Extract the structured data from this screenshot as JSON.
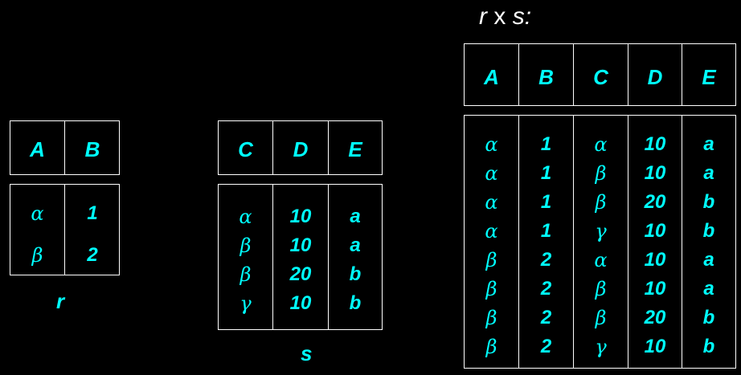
{
  "title": {
    "r": "r",
    "x": "x",
    "s": "s:"
  },
  "r": {
    "caption": "r",
    "headers": [
      "A",
      "B"
    ],
    "A": [
      "α",
      "β"
    ],
    "B": [
      "1",
      "2"
    ]
  },
  "s": {
    "caption": "s",
    "headers": [
      "C",
      "D",
      "E"
    ],
    "C": [
      "α",
      "β",
      "β",
      "γ"
    ],
    "D": [
      "10",
      "10",
      "20",
      "10"
    ],
    "E": [
      "a",
      "a",
      "b",
      "b"
    ]
  },
  "product": {
    "headers": [
      "A",
      "B",
      "C",
      "D",
      "E"
    ],
    "A": [
      "α",
      "α",
      "α",
      "α",
      "β",
      "β",
      "β",
      "β"
    ],
    "B": [
      "1",
      "1",
      "1",
      "1",
      "2",
      "2",
      "2",
      "2"
    ],
    "C": [
      "α",
      "β",
      "β",
      "γ",
      "α",
      "β",
      "β",
      "γ"
    ],
    "D": [
      "10",
      "10",
      "20",
      "10",
      "10",
      "10",
      "20",
      "10"
    ],
    "E": [
      "a",
      "a",
      "b",
      "b",
      "a",
      "a",
      "b",
      "b"
    ]
  },
  "colors": {
    "background": "#000000",
    "text": "#00ffff",
    "lines": "#ffffff"
  }
}
